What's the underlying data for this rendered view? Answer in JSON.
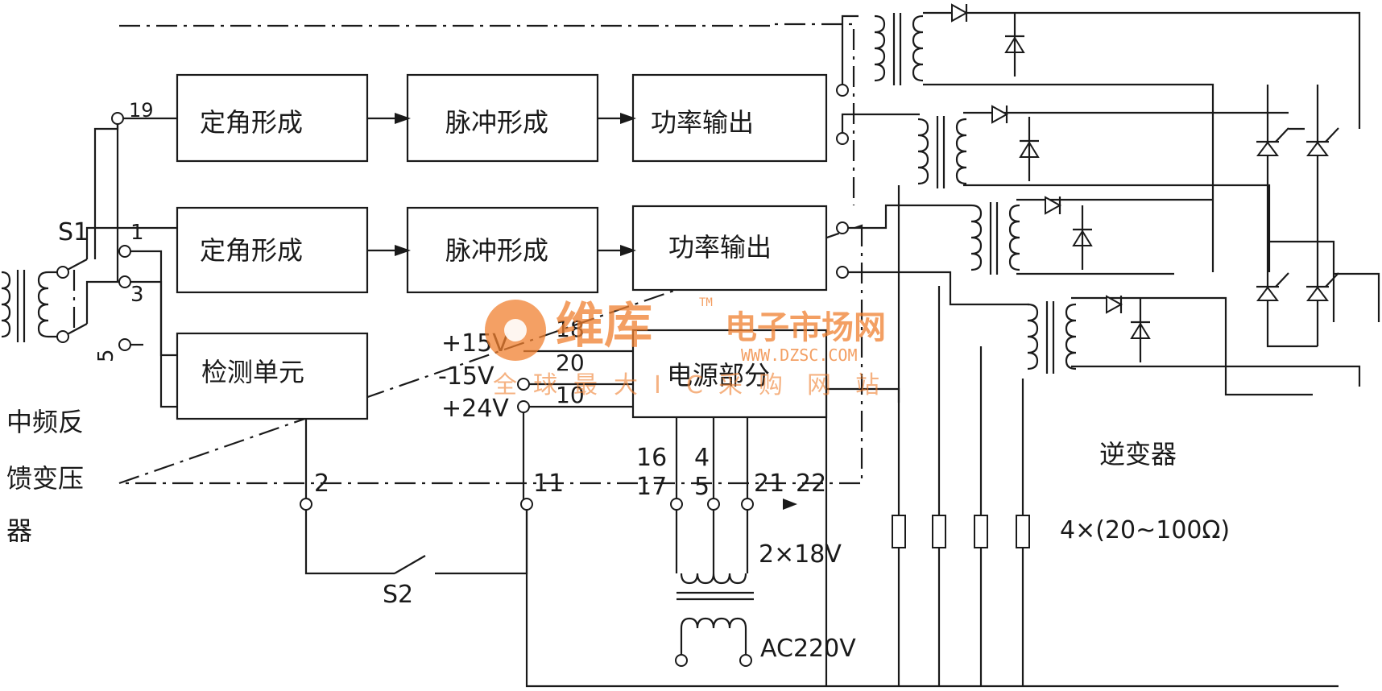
{
  "blocks": {
    "angle_1": "定角形成",
    "pulse_1": "脉冲形成",
    "power_1": "功率输出",
    "angle_2": "定角形成",
    "pulse_2": "脉冲形成",
    "power_2": "功率输出",
    "detect": "检测单元",
    "psu": "电源部分"
  },
  "labels": {
    "feedback_transformer": [
      "中频反",
      "馈变压",
      "器"
    ],
    "inverter": "逆变器",
    "switch_s1": "S1",
    "switch_s2": "S2",
    "v_plus15": "+15V",
    "v_minus15": "-15V",
    "v_plus24": "+24V",
    "v_2x18": "2×18V",
    "ac220": "AC220V",
    "resistors": "4×(20~100Ω)"
  },
  "terminals": {
    "t19": "19",
    "t1": "1",
    "t3": "3",
    "t5": "5",
    "t18": "18",
    "t20": "20",
    "t10": "10",
    "t16": "16",
    "t17": "17",
    "t4": "4",
    "t5b": "5",
    "t21": "21",
    "t22": "22",
    "t2": "2",
    "t11": "11"
  },
  "watermark": {
    "brand": "维库",
    "tm": "TM",
    "market": "电子市场网",
    "url": "WWW.DZSC.COM",
    "slogan": [
      "全",
      "球",
      "最",
      "大",
      "I",
      "C",
      "采",
      "购",
      "网",
      "站"
    ]
  }
}
